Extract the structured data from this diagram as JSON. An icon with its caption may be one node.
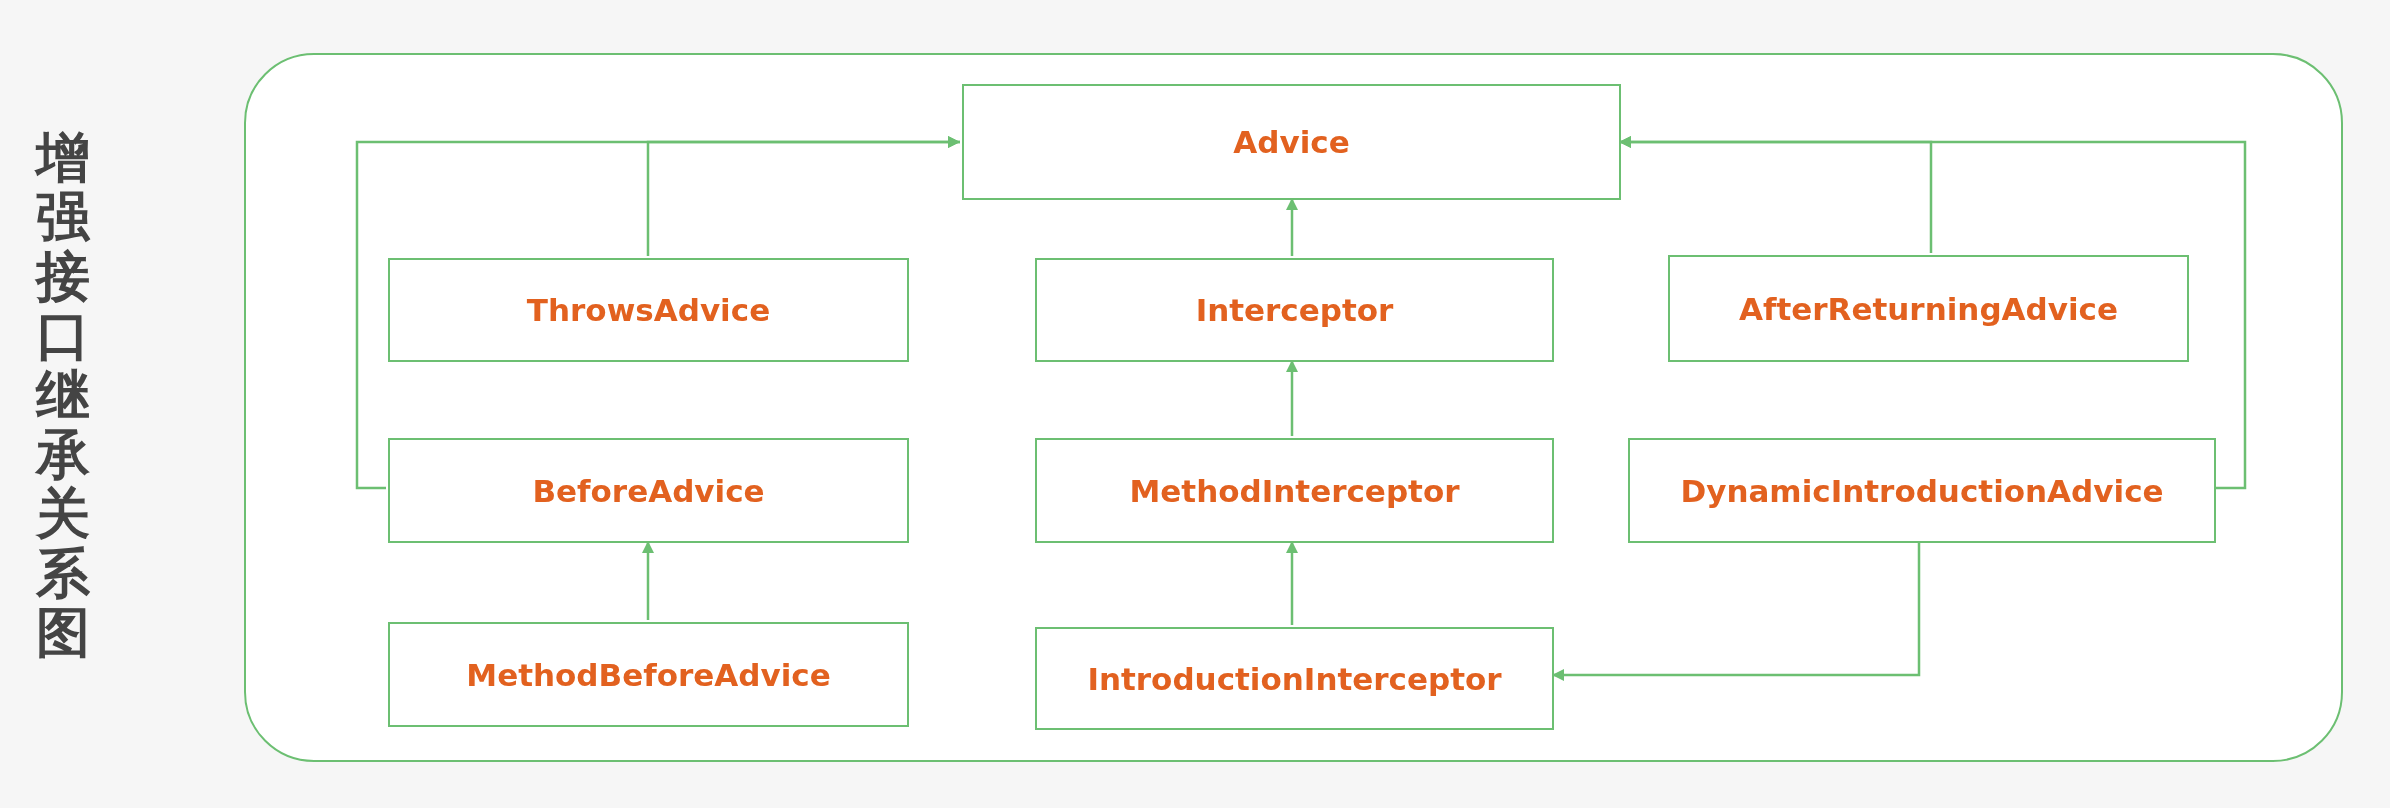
{
  "diagram": {
    "title": "增强接口继承关系图",
    "nodes": [
      {
        "text": [],
        "shape": "box"
      },
      {
        "text": [
          "Advice"
        ],
        "in": 0
      },
      {
        "text": [
          "ThrowsAdvice"
        ],
        "in": 0
      },
      {
        "text": [
          "Interceptor"
        ],
        "in": 0
      },
      {
        "text": [
          "AfterReturningAdvice"
        ],
        "in": 0
      },
      {
        "text": [
          "BeforeAdvice"
        ],
        "in": 0
      },
      {
        "text": [
          "MethodInterceptor"
        ],
        "in": 0
      },
      {
        "text": [
          "DynamicIntroductionAdvice"
        ],
        "in": 0
      },
      {
        "text": [
          "MethodBeforeAdvice"
        ],
        "in": 0
      },
      {
        "text": [
          "IntroductionInterceptor"
        ],
        "in": 0
      }
    ],
    "edges": [
      {
        "from": 2,
        "to": 1,
        "arrow": "to"
      },
      {
        "from": 5,
        "to": 1,
        "arrow": "to"
      },
      {
        "from": 3,
        "to": 1,
        "arrow": "to"
      },
      {
        "from": 4,
        "to": 1,
        "arrow": "to"
      },
      {
        "from": 7,
        "to": 1,
        "arrow": "to"
      },
      {
        "from": 6,
        "to": 3,
        "arrow": "to"
      },
      {
        "from": 8,
        "to": 5,
        "arrow": "to"
      },
      {
        "from": 9,
        "to": 6,
        "arrow": "to"
      },
      {
        "from": 7,
        "to": 9,
        "arrow": "to"
      }
    ]
  }
}
